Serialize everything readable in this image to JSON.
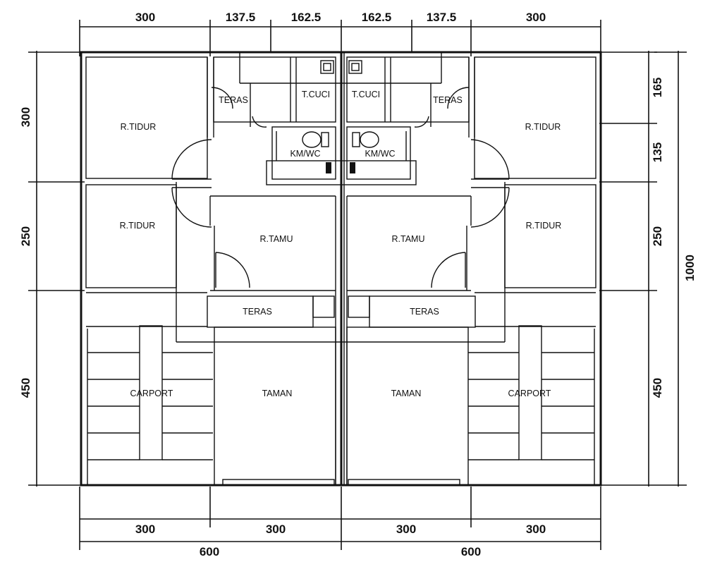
{
  "dimensions": {
    "top": [
      "300",
      "137.5",
      "162.5",
      "162.5",
      "137.5",
      "300"
    ],
    "bottom_inner": [
      "300",
      "300",
      "300",
      "300"
    ],
    "bottom_outer": [
      "600",
      "600"
    ],
    "left": [
      "300",
      "250",
      "450"
    ],
    "right_inner": [
      "165",
      "135",
      "250",
      "450"
    ],
    "right_total": "1000"
  },
  "rooms": {
    "bedroom": "R.TIDUR",
    "living": "R.TAMU",
    "terrace": "TERAS",
    "laundry": "T.CUCI",
    "bathroom": "KM/WC",
    "garden": "TAMAN",
    "carport": "CARPORT"
  }
}
